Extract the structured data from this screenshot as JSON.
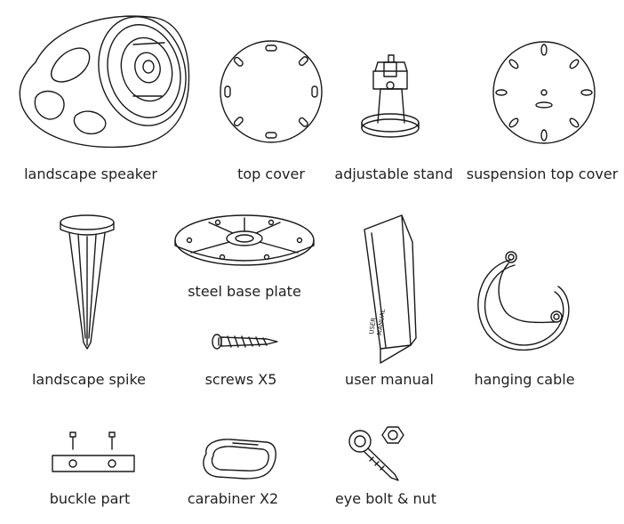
{
  "parts": [
    {
      "id": "landscape-speaker",
      "label": "landscape speaker"
    },
    {
      "id": "top-cover",
      "label": "top cover"
    },
    {
      "id": "adjustable-stand",
      "label": "adjustable stand"
    },
    {
      "id": "suspension-top-cover",
      "label": "suspension top cover"
    },
    {
      "id": "landscape-spike",
      "label": "landscape spike"
    },
    {
      "id": "steel-base-plate",
      "label": "steel base plate"
    },
    {
      "id": "screws",
      "label": "screws X5"
    },
    {
      "id": "user-manual",
      "label": "user manual",
      "cover_text": [
        "USER",
        "MANUAL"
      ]
    },
    {
      "id": "hanging-cable",
      "label": "hanging cable"
    },
    {
      "id": "buckle-part",
      "label": "buckle part"
    },
    {
      "id": "carabiner",
      "label": "carabiner X2"
    },
    {
      "id": "eye-bolt-nut",
      "label": "eye bolt & nut"
    }
  ]
}
